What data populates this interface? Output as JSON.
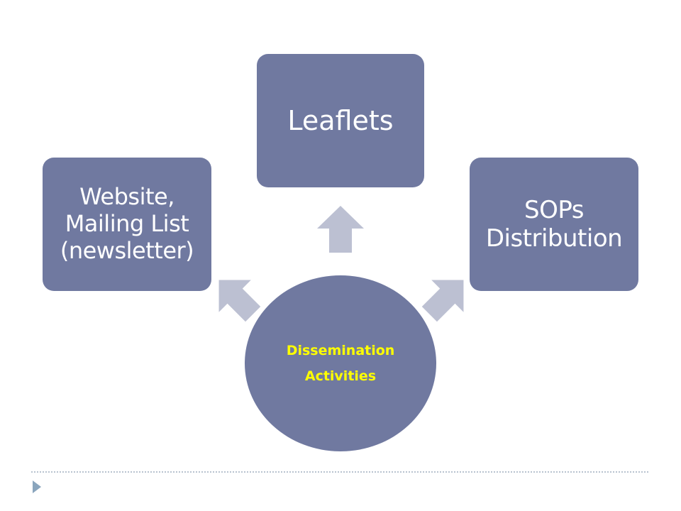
{
  "center": {
    "line1": "Dissemination",
    "line2": "Activities"
  },
  "nodes": {
    "website": {
      "line1": "Website,",
      "line2": "Mailing List",
      "line3": "(newsletter)"
    },
    "leaflets": {
      "label": "Leaflets"
    },
    "sops": {
      "line1": "SOPs",
      "line2": "Distribution"
    }
  },
  "colors": {
    "box_fill": "#7079a0",
    "center_text": "#ffff00",
    "box_text": "#ffffff",
    "arrow_fill": "#bcc0d2",
    "footer_line": "#b8c3cf",
    "footer_bullet": "#8aa5bd"
  },
  "icons": {
    "arrow_shape": "up-arrow",
    "footer_bullet": "right-triangle-bullet"
  }
}
